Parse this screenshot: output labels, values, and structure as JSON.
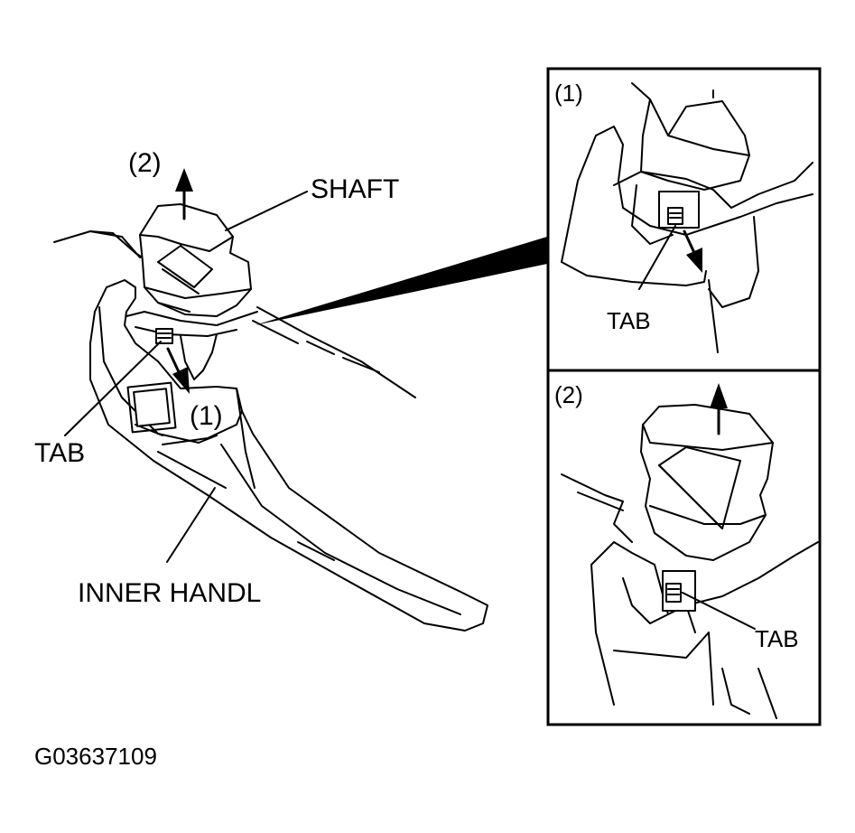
{
  "main_view": {
    "step_2_label": "(2)",
    "step_1_label": "(1)",
    "shaft_label": "SHAFT",
    "tab_label": "TAB",
    "inner_handle_label": "INNER HANDL"
  },
  "inset_1": {
    "step_label": "(1)",
    "tab_label": "TAB"
  },
  "inset_2": {
    "step_label": "(2)",
    "tab_label": "TAB"
  },
  "figure_id": "G03637109"
}
